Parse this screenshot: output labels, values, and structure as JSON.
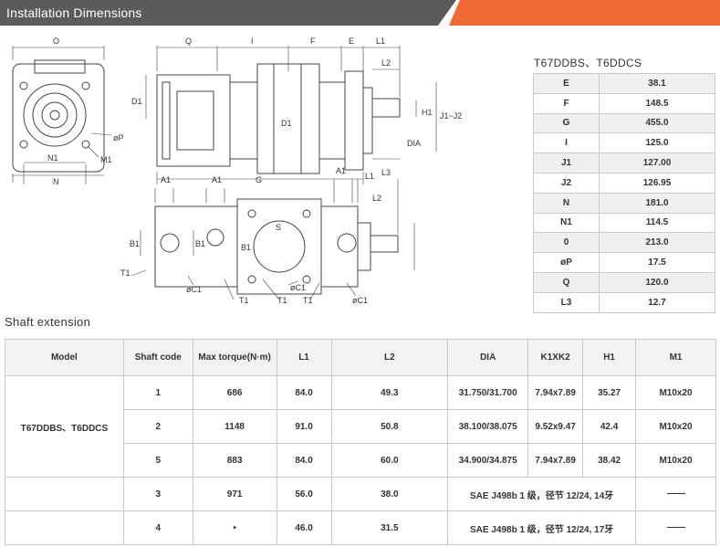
{
  "header": {
    "title": "Installation Dimensions",
    "colors": {
      "dark": "#5b5b5b",
      "accent": "#ef6a34"
    }
  },
  "drawing": {
    "labels": {
      "O": "O",
      "Q": "Q",
      "I": "I",
      "F": "F",
      "E": "E",
      "L1": "L1",
      "L2": "L2",
      "L3": "L3",
      "D1": "D1",
      "H1": "H1",
      "J1J2": "J1~J2",
      "DIA": "DIA",
      "G": "G",
      "N": "N",
      "N1": "N1",
      "M1": "M1",
      "P": "øP",
      "A1": "A1",
      "B1": "B1",
      "C1": "øC1",
      "T1": "T1",
      "S": "S"
    }
  },
  "spec": {
    "title": "T67DDBS、T6DDCS",
    "rows": [
      {
        "key": "E",
        "value": "38.1"
      },
      {
        "key": "F",
        "value": "148.5"
      },
      {
        "key": "G",
        "value": "455.0"
      },
      {
        "key": "I",
        "value": "125.0"
      },
      {
        "key": "J1",
        "value": "127.00"
      },
      {
        "key": "J2",
        "value": "126.95"
      },
      {
        "key": "N",
        "value": "181.0"
      },
      {
        "key": "N1",
        "value": "114.5"
      },
      {
        "key": "0",
        "value": "213.0"
      },
      {
        "key": "øP",
        "value": "17.5"
      },
      {
        "key": "Q",
        "value": "120.0"
      },
      {
        "key": "L3",
        "value": "12.7"
      }
    ]
  },
  "shaft": {
    "title": "Shaft extension",
    "headers": [
      "Model",
      "Shaft code",
      "Max torque(N·m)",
      "L1",
      "L2",
      "DIA",
      "K1XK2",
      "H1",
      "M1"
    ],
    "model": "T67DDBS、T6DDCS",
    "rows": [
      {
        "code": "1",
        "torque": "686",
        "l1": "84.0",
        "l2": "49.3",
        "dia": "31.750/31.700",
        "k": "7.94x7.89",
        "h1": "35.27",
        "m1": "M10x20"
      },
      {
        "code": "2",
        "torque": "1148",
        "l1": "91.0",
        "l2": "50.8",
        "dia": "38.100/38.075",
        "k": "9.52x9.47",
        "h1": "42.4",
        "m1": "M10x20"
      },
      {
        "code": "5",
        "torque": "883",
        "l1": "84.0",
        "l2": "60.0",
        "dia": "34.900/34.875",
        "k": "7.94x7.89",
        "h1": "38.42",
        "m1": "M10x20"
      },
      {
        "code": "3",
        "torque": "971",
        "l1": "56.0",
        "l2": "38.0",
        "spline": "SAE J498b 1 级，径节 12/24, 14牙"
      },
      {
        "code": "4",
        "torque": "•",
        "l1": "46.0",
        "l2": "31.5",
        "spline": "SAE J498b 1 级，径节 12/24, 17牙"
      }
    ]
  }
}
